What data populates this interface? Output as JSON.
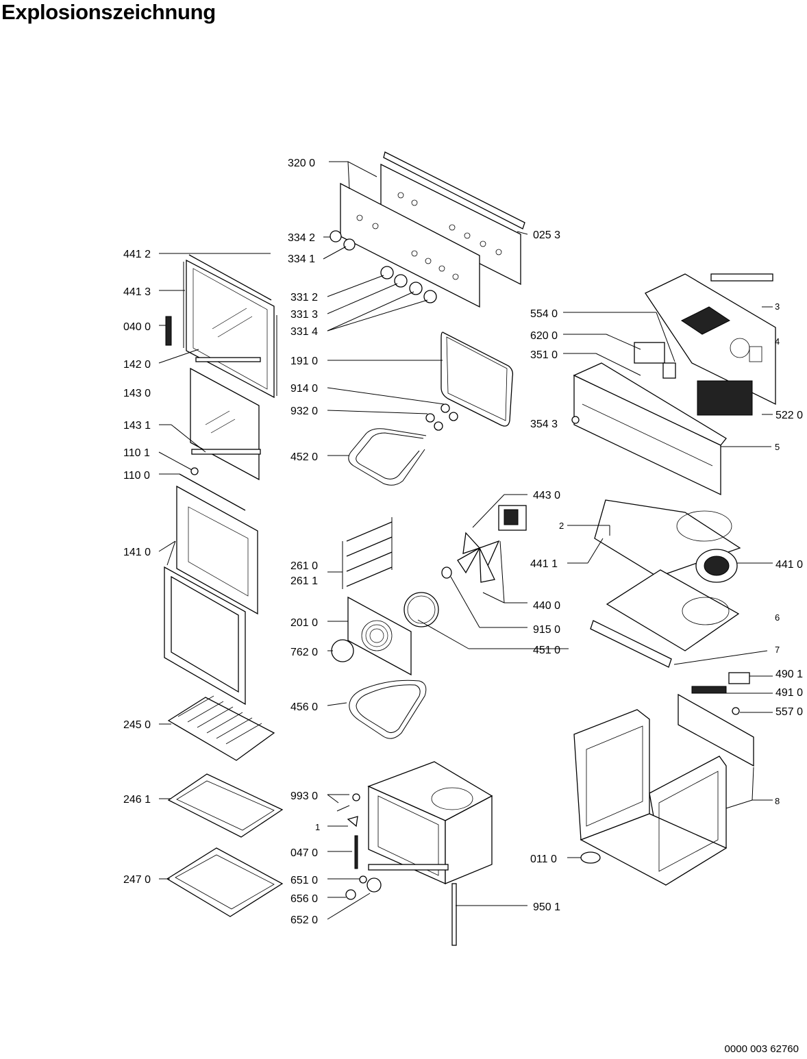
{
  "title": "Explosionszeichnung",
  "document_number": "0000 003 62760",
  "callouts": {
    "c3200": "320 0",
    "c0253": "025 3",
    "c3342": "334 2",
    "c3341": "334 1",
    "c3312": "331 2",
    "c3313": "331 3",
    "c3314": "331 4",
    "c4412": "441 2",
    "c4413": "441 3",
    "c0400": "040 0",
    "c1420": "142 0",
    "c1430": "143 0",
    "c1431": "143 1",
    "c1101": "110 1",
    "c1100": "110 0",
    "c1410": "141 0",
    "c2450": "245 0",
    "c2461": "246 1",
    "c2470": "247 0",
    "c1910": "191 0",
    "c9140": "914 0",
    "c9320": "932 0",
    "c4520": "452 0",
    "c2610": "261 0",
    "c2611": "261 1",
    "c2010": "201 0",
    "c7620": "762 0",
    "c4560": "456 0",
    "c9930": "993 0",
    "c1": "1",
    "c0470": "047 0",
    "c6510": "651 0",
    "c6560": "656 0",
    "c6520": "652 0",
    "c9501": "950 1",
    "c5540": "554 0",
    "c6200": "620 0",
    "c3510": "351 0",
    "c3543": "354 3",
    "c5220": "522 0",
    "c3": "3",
    "c4": "4",
    "c5": "5",
    "c4430": "443 0",
    "c2": "2",
    "c4411": "441 1",
    "c4410": "441 0",
    "c4400": "440 0",
    "c9150": "915 0",
    "c4510": "451 0",
    "c6": "6",
    "c7": "7",
    "c4901": "490 1",
    "c4910": "491 0",
    "c5570": "557 0",
    "c8": "8",
    "c0110": "011 0"
  }
}
